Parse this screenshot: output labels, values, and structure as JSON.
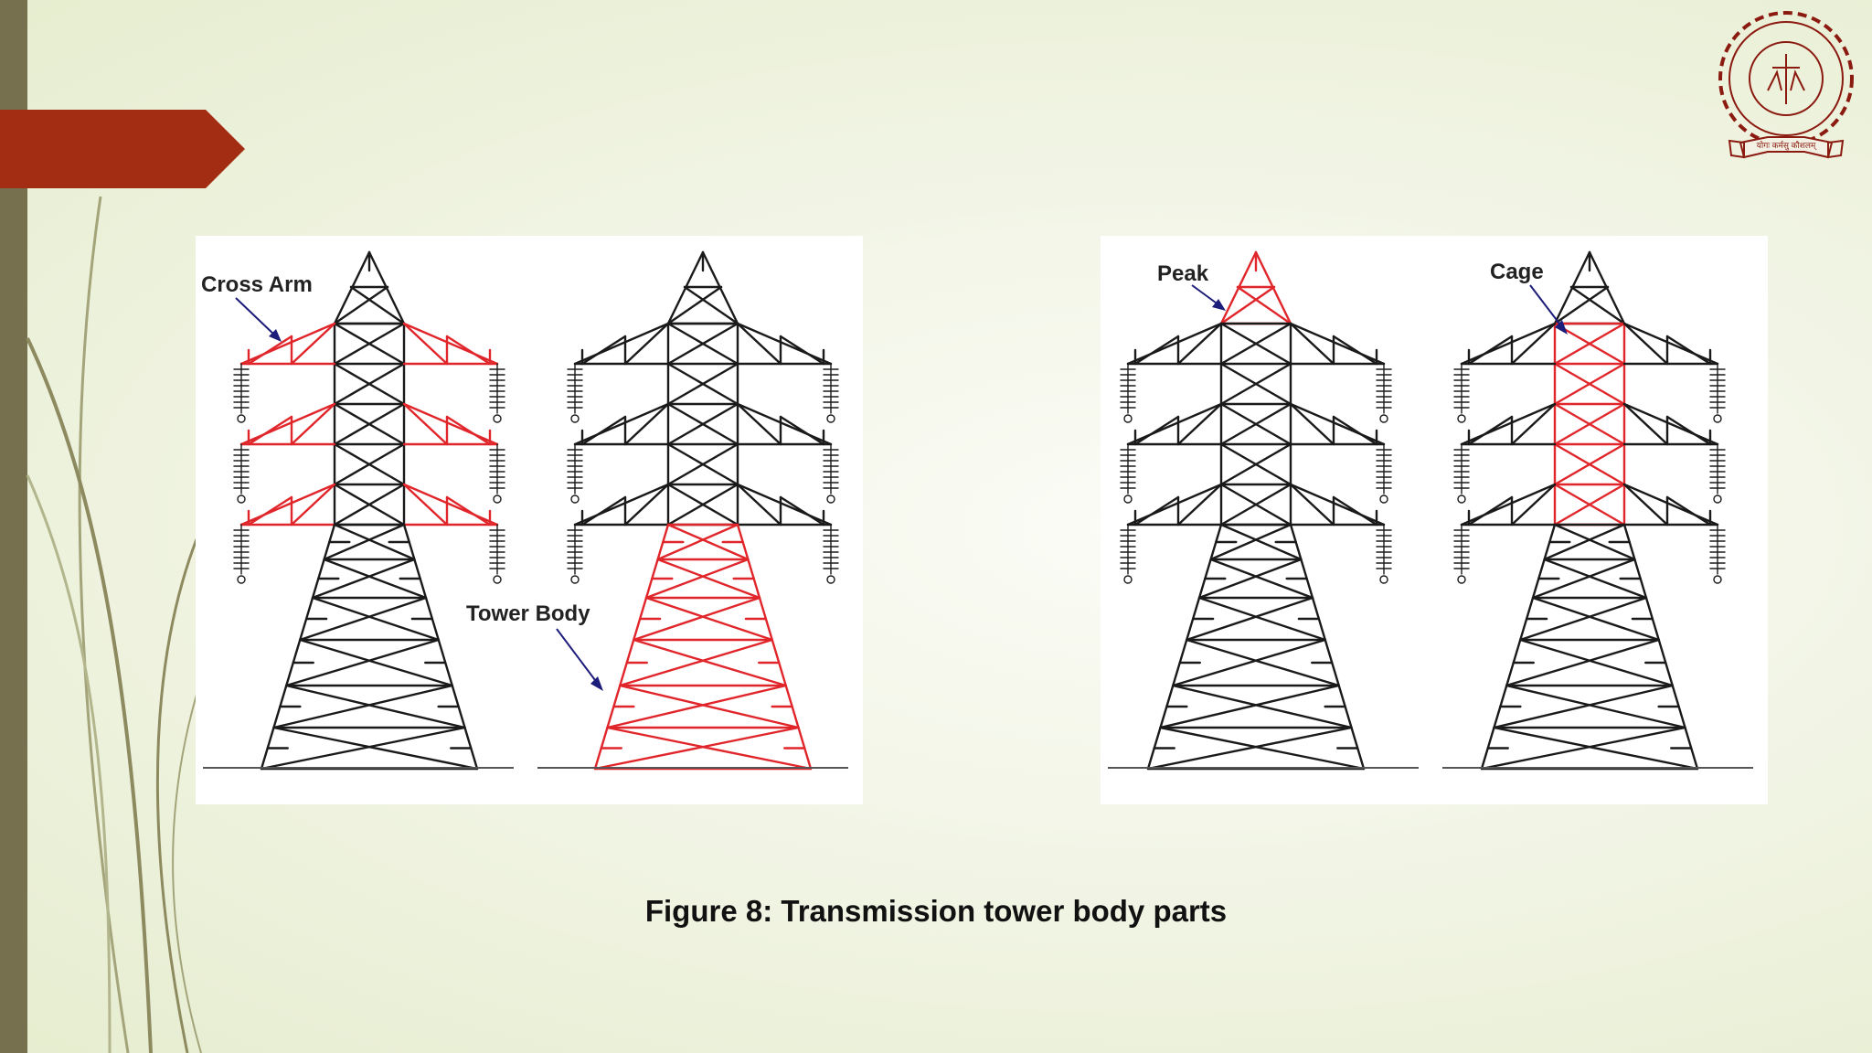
{
  "slide": {
    "colors": {
      "accent_tab": "#a32d12",
      "left_bar": "#77704f",
      "highlight": "#e0262b",
      "structure": "#1a1a1a",
      "arrow": "#1c1c7a"
    }
  },
  "diagram": {
    "labels": {
      "cross_arm": "Cross Arm",
      "tower_body": "Tower Body",
      "peak": "Peak",
      "cage": "Cage"
    },
    "towers": [
      {
        "highlight": "crossarm"
      },
      {
        "highlight": "body"
      },
      {
        "highlight": "peak"
      },
      {
        "highlight": "cage"
      }
    ]
  },
  "caption": "Figure 8: Transmission tower body parts",
  "logo": {
    "icon": "institute-emblem",
    "motto": "योगः कर्मसु कौशलम्"
  }
}
